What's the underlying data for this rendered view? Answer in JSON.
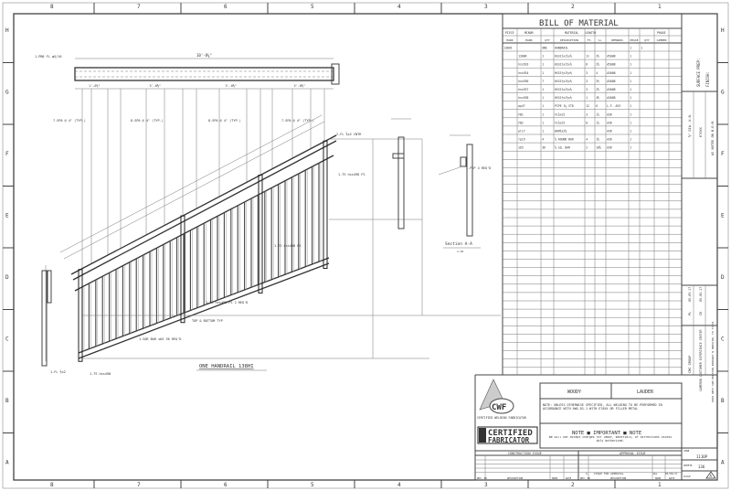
{
  "zones": {
    "columns": [
      "8",
      "7",
      "6",
      "5",
      "4",
      "3",
      "2",
      "1"
    ],
    "rows": [
      "H",
      "G",
      "F",
      "E",
      "D",
      "C",
      "B",
      "A"
    ]
  },
  "drawing": {
    "elevation_title": "ONE HANDRAIL 138HI",
    "section_title": "Section A-A",
    "section_scale": "1:10",
    "top_dim": "10'-8⅝\"",
    "top_sub_dims": [
      "1'-0⅞\"",
      "3'-0⅝\"",
      "3'-0⅝\"",
      "3'-0⅝\""
    ],
    "callouts": [
      "1-PB6 FL  φ5/16",
      "2-FL ⅜x2 CNTR",
      "1-TS hss498 FS",
      "1-TS hss498 FS",
      "1-TS hss498 FS  2 REQ'D",
      "1-SQR BAR sb5  36 REQ'D",
      "1-TS hss498",
      "1-FL ⅜x2",
      "TOP & BOTTOM TYP",
      "1-PIP  4 REQ'D"
    ],
    "spacing_notes": [
      "7-SPA @ 4\" (TYP.)",
      "8-SPA @ 4\" (TYP.)",
      "8-SPA @ 4\" (TYP.)",
      "7-SPA @ 4\" (TYP.)"
    ]
  },
  "bom": {
    "title": "BILL OF MATERIAL",
    "headers_top": [
      "PIECE",
      "MINOR",
      "",
      "MATERIAL",
      "LENGTH",
      "",
      "",
      "PHASE",
      ""
    ],
    "headers": [
      "MARK",
      "MARK",
      "QTY",
      "DESCRIPTION",
      "Ft.",
      "in.",
      "REMARKS",
      "PHASE",
      "QTY",
      "CAMBER"
    ],
    "rows": [
      [
        "138HI",
        "",
        "ONE",
        "HANDRAIL",
        "",
        "",
        "",
        "1",
        "1",
        ""
      ],
      [
        "",
        "1380R",
        "1",
        "HSS1½x1½x⅛",
        "11",
        "3½",
        "A500B",
        "1",
        "",
        ""
      ],
      [
        "",
        "hss933",
        "1",
        "HSS1½x1½x⅛",
        "8",
        "2⅝",
        "A500B",
        "1",
        "",
        ""
      ],
      [
        "",
        "hss934",
        "1",
        "HSS1½x1½x⅛",
        "3",
        "4",
        "A500B",
        "1",
        "",
        ""
      ],
      [
        "",
        "hss936",
        "7",
        "HSS1½x1½x⅛",
        "3",
        "3½",
        "A500B",
        "1",
        "",
        ""
      ],
      [
        "",
        "hss937",
        "1",
        "HSS1½x1½x⅛",
        "3",
        "2⅝",
        "A500B",
        "1",
        "",
        ""
      ],
      [
        "",
        "hss938",
        "1",
        "HSS1½x1½x⅛",
        "1",
        "4⅝",
        "A500B",
        "1",
        "",
        ""
      ],
      [
        "",
        "pp47",
        "1",
        "PIPE 1¼ STD",
        "12",
        "6",
        "L.F.  A53",
        "1",
        "",
        ""
      ],
      [
        "",
        "FB1",
        "1",
        "FL⅜x2½",
        "3",
        "1⅞",
        "A36",
        "1",
        "",
        ""
      ],
      [
        "",
        "FB2",
        "1",
        "FL⅜x2½",
        "0",
        "1⅞",
        "A36",
        "1",
        "",
        ""
      ],
      [
        "",
        "pl17",
        "1",
        "BAR⅝x2⅝",
        "",
        "",
        "A36",
        "1",
        "",
        ""
      ],
      [
        "",
        "rp19",
        "4",
        "⅝ ROUND BAR",
        "4",
        "1⅝",
        "A36",
        "1",
        "",
        ""
      ],
      [
        "",
        "sb5",
        "36",
        "⅝ SQ. BAR",
        "2",
        "10⅝",
        "A36",
        "1",
        "",
        ""
      ]
    ]
  },
  "side_strip": {
    "finish_label": "SURFACE PREP:",
    "finish2_label": "FINISH:",
    "field1": "⅜\" DIA. U.N.",
    "field2": "E70XX",
    "field3": "AS NOTED ON B.O.M.",
    "drawn_by": "PL",
    "date1": "05-03-17",
    "checked_by": "CK",
    "date2": "05-05-17",
    "company": "CMC GROUP",
    "project": "CAMERON CUSTOMER EXPERIENCE CENTER",
    "location": "6903 WEST SAM HOUSTON PARKWAY N HOUSTON, TX 77041"
  },
  "title_block": {
    "logo_text": "CWF",
    "logo_caption": "CERTIFIED WELDING FABRICATOR",
    "aisc_badge": "AISC",
    "aisc_line1": "CERTIFIED",
    "aisc_line2": "FABRICATOR",
    "name_left": "WOODY",
    "name_right": "LAUDER",
    "weld_note": "NOTE: UNLESS OTHERWISE SPECIFIED, ALL WELDING TO BE PERFORMED IN ACCORDANCE WITH AWS-D1.1 WITH E70XX OR FILLER METAL",
    "important_title": "NOTE ■ IMPORTANT ■ NOTE",
    "important_text": "We will not accept charges for labor, materials, or corrections unless duly authorized.",
    "construction_issue": "CONSTRUCTION ISSUE",
    "approval_issue": "APPROVAL ISSUE",
    "rev_headers": [
      "REV. NO",
      "DESCRIPTION",
      "MADE",
      "DATE"
    ],
    "approval_rev": [
      "A",
      "ISSUE FOR APPROVAL",
      "JGL",
      "05/06/17"
    ],
    "job_label": "JOB#",
    "job_no": "1110P",
    "sheet_label": "SHEET#",
    "sheet_no": "136",
    "scale_label": "SCALE",
    "rev_mark": "A"
  }
}
